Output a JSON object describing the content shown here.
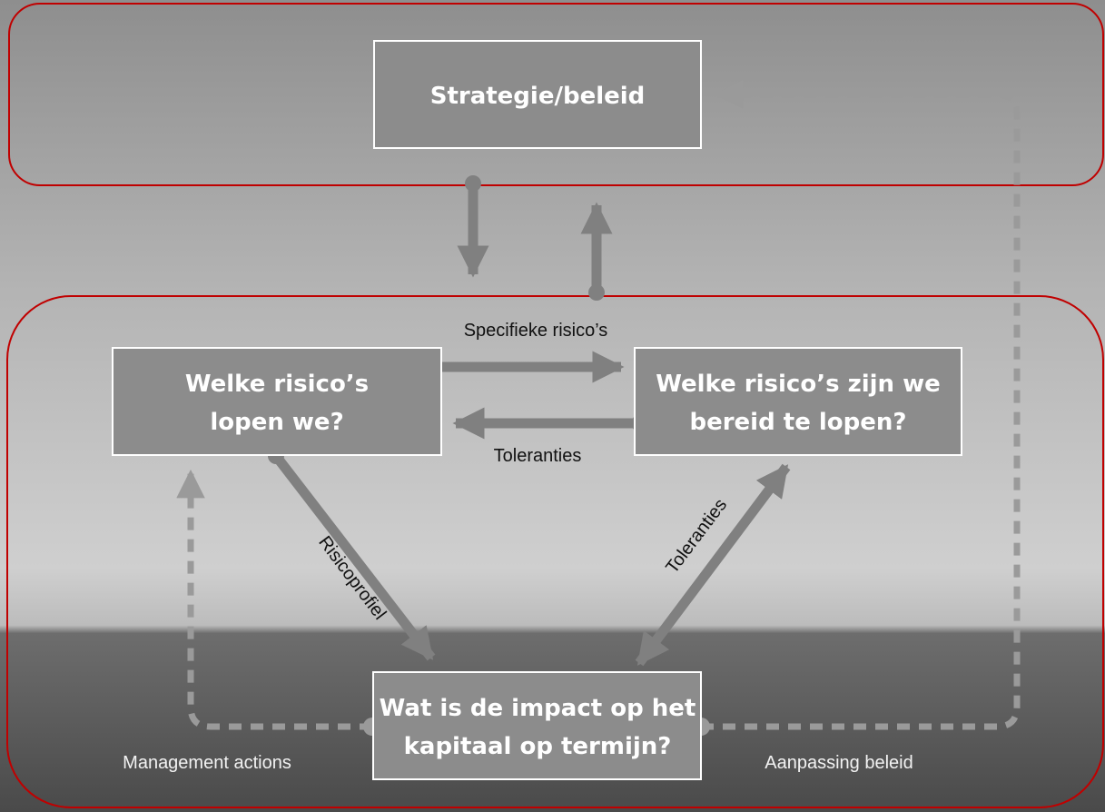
{
  "boxes": {
    "strategie": "Strategie/beleid",
    "welke_line1": "Welke risico’s",
    "welke_line2": "lopen we?",
    "bereid_line1": "Welke risico’s zijn we",
    "bereid_line2": "bereid te lopen?",
    "impact_line1": "Wat is de impact op het",
    "impact_line2": "kapitaal op termijn?"
  },
  "labels": {
    "specifieke": "Specifieke risico’s",
    "toleranties_horizontal": "Toleranties",
    "risicoprofiel": "Risicoprofiel",
    "toleranties_diagonal": "Toleranties",
    "management": "Management actions",
    "aanpassing": "Aanpassing beleid"
  },
  "colors": {
    "frame_stroke": "#c00000",
    "box_fill": "#8c8c8c",
    "arrow": "#808080",
    "dashed": "#9a9a9a"
  }
}
